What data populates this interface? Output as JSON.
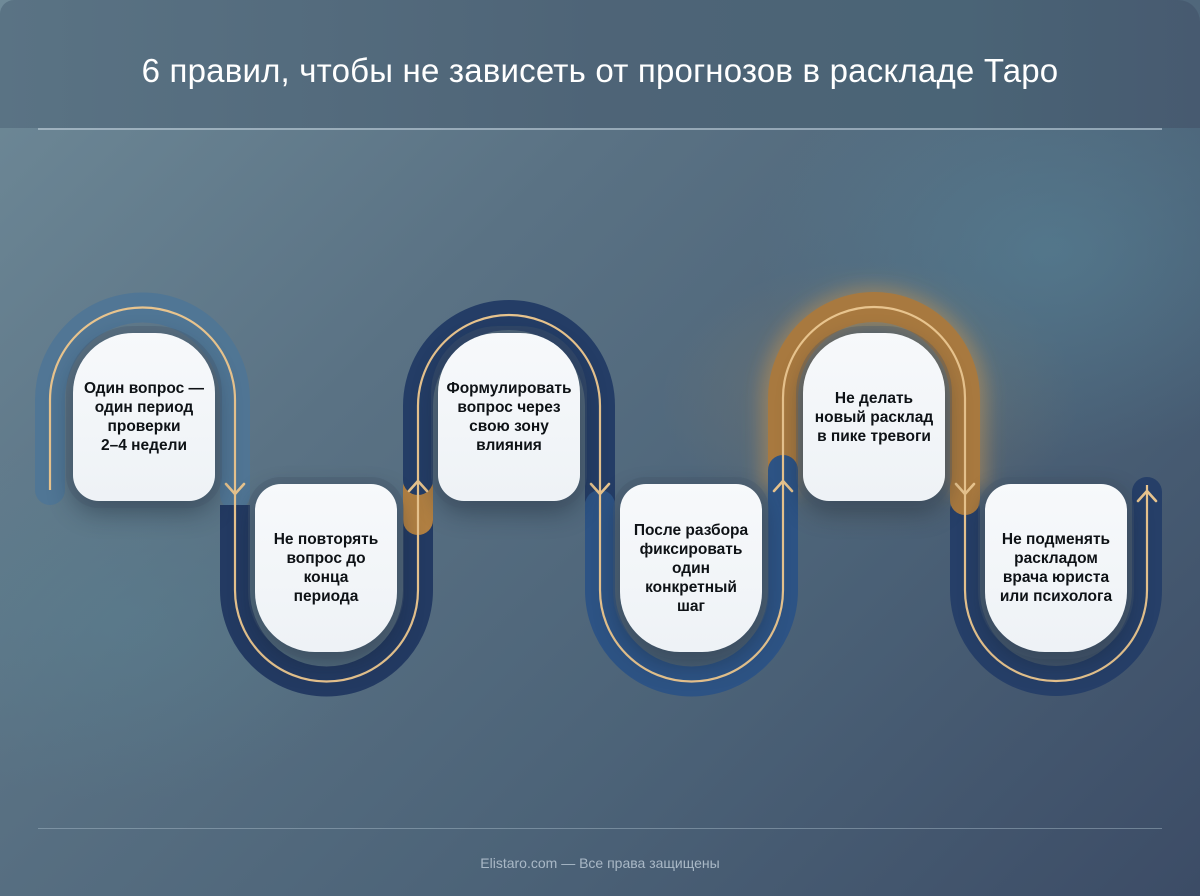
{
  "header": {
    "title": "6 правил, чтобы не зависеть от прогнозов в раскладе Таро"
  },
  "steps": [
    {
      "index": 1,
      "position": "top",
      "text": "Один вопрос —\nодин период\nпроверки\n2–4 недели",
      "track_color": "#4f7696",
      "arrow": "down"
    },
    {
      "index": 2,
      "position": "bottom",
      "text": "Не повторять\nвопрос до\nконца\nпериода",
      "track_color": "#233a62",
      "arrow": "up"
    },
    {
      "index": 3,
      "position": "top",
      "text": "Формулировать\nвопрос через\nсвою зону\nвлияния",
      "track_color": "#243d66",
      "arrow": "down"
    },
    {
      "index": 4,
      "position": "bottom",
      "text": "После разбора\nфиксировать\nодин\nконкретный\nшаг",
      "track_color": "#2c5283",
      "arrow": "up"
    },
    {
      "index": 5,
      "position": "top",
      "text": "Не делать\nновый расклад\nв пике тревоги",
      "track_color": "#a8793f",
      "arrow": "down"
    },
    {
      "index": 6,
      "position": "bottom",
      "text": "Не подменять\nраскладом\nврача юриста\nили психолога",
      "track_color": "#263f68",
      "arrow": "up"
    }
  ],
  "colors": {
    "gold_line": "#e8c48e",
    "gold_track": "#b07f42",
    "navy_track": "#243c65",
    "light_blue_track": "#4f7696",
    "mid_blue_track": "#2d5384",
    "card_bg": "#f3f6f9",
    "title_text": "#ffffff",
    "footer_text": "#a9b8c6"
  },
  "footer": {
    "text": "Elistaro.com — Все права защищены"
  }
}
